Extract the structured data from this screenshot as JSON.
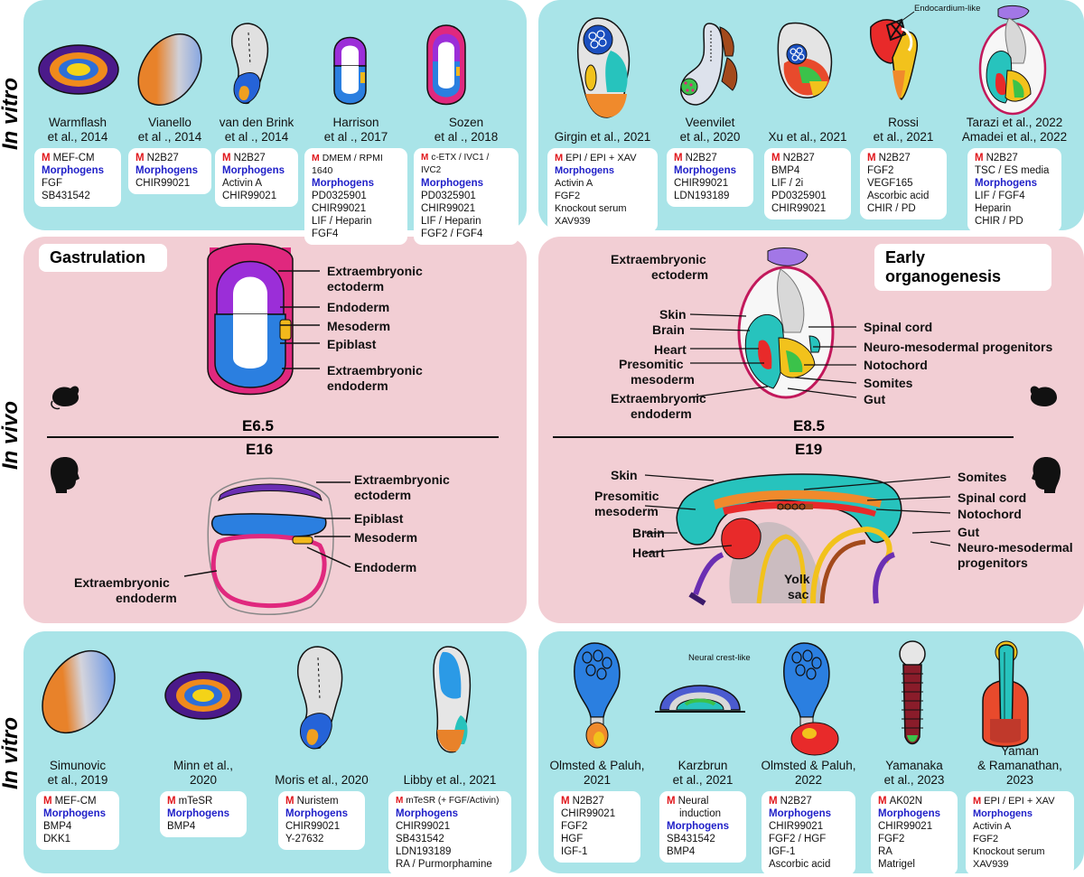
{
  "side_labels": {
    "top": "In vitro",
    "middle": "In vivo",
    "bottom": "In vitro"
  },
  "top_left_models": [
    {
      "t1": "Warmflash",
      "t2": "et al., 2014",
      "medium": "MEF-CM",
      "morph_title": "Morphogens",
      "morphogens": [
        "FGF",
        "SB431542"
      ]
    },
    {
      "t1": "Vianello",
      "t2": "et al ., 2014",
      "medium": "N2B27",
      "morph_title": "Morphogens",
      "morphogens": [
        "CHIR99021"
      ]
    },
    {
      "t1": "van den Brink",
      "t2": "et al ., 2014",
      "medium": "N2B27",
      "morph_title": "Morphogens",
      "morphogens": [
        "Activin A",
        "CHIR99021"
      ]
    },
    {
      "t1": "Harrison",
      "t2": "et al ., 2017",
      "medium": "DMEM / RPMI 1640",
      "morph_title": "Morphogens",
      "morphogens": [
        "PD0325901",
        "CHIR99021",
        "LIF / Heparin",
        "FGF4"
      ]
    },
    {
      "t1": "Sozen",
      "t2": "et al ., 2018",
      "medium": "c-ETX / IVC1 / IVC2",
      "morph_title": "Morphogens",
      "morphogens": [
        "PD0325901",
        "CHIR99021",
        "LIF / Heparin",
        "FGF2 / FGF4"
      ]
    }
  ],
  "top_right_models": [
    {
      "t1": "Girgin et al., 2021",
      "t2": "",
      "medium": "EPI / EPI + XAV",
      "morph_title": "Morphogens",
      "morphogens": [
        "Activin A",
        "FGF2",
        "Knockout serum",
        "XAV939"
      ]
    },
    {
      "t1": "Veenvilet",
      "t2": "et al., 2020",
      "medium": "N2B27",
      "morph_title": "Morphogens",
      "morphogens": [
        "CHIR99021",
        "LDN193189"
      ]
    },
    {
      "t1": "Xu et al., 2021",
      "t2": "",
      "medium": "N2B27",
      "morph_title": "",
      "morphogens": [
        "BMP4",
        "LIF / 2i",
        "PD0325901",
        "CHIR99021"
      ]
    },
    {
      "t1": "Rossi",
      "t2": "et al., 2021",
      "medium": "N2B27",
      "morph_title": "",
      "morphogens": [
        "FGF2",
        "VEGF165",
        "Ascorbic acid",
        "CHIR / PD"
      ]
    },
    {
      "t1": "Tarazi et al., 2022",
      "t2": "Amadei et al., 2022",
      "medium": "N2B27",
      "morph_title": "Morphogens",
      "morphogens": [
        "TSC / ES media",
        "LIF / FGF4",
        "Heparin",
        "CHIR / PD"
      ],
      "extra_first": true
    }
  ],
  "endocardium_label": "Endocardium-like",
  "gastrulation": {
    "tag": "Gastrulation",
    "mouse_stage": "E6.5",
    "human_stage": "E16",
    "mouse_labels": [
      "Extraembryonic",
      "ectoderm",
      "Endoderm",
      "Mesoderm",
      "Epiblast",
      "Extraembryonic",
      "endoderm"
    ],
    "human_labels": [
      "Extraembryonic",
      "ectoderm",
      "Epiblast",
      "Mesoderm",
      "Endoderm",
      "Extraembryonic",
      "endoderm"
    ]
  },
  "organogenesis": {
    "tag": "Early organogenesis",
    "mouse_stage": "E8.5",
    "human_stage": "E19",
    "mouse_left": [
      "Extraembryonic",
      "ectoderm",
      "Skin",
      "Brain",
      "Heart",
      "Presomitic",
      "mesoderm",
      "Extraembryonic",
      "endoderm"
    ],
    "mouse_right": [
      "Spinal cord",
      "Neuro-mesodermal progenitors",
      "Notochord",
      "Somites",
      "Gut"
    ],
    "human_left": [
      "Skin",
      "Presomitic",
      "mesoderm",
      "Brain",
      "Heart"
    ],
    "human_right": [
      "Somites",
      "Spinal cord",
      "Notochord",
      "Gut",
      "Neuro-mesodermal",
      "progenitors"
    ],
    "yolk": [
      "Yolk",
      "sac"
    ]
  },
  "bottom_left_models": [
    {
      "t1": "Simunovic",
      "t2": "et al., 2019",
      "medium": "MEF-CM",
      "morph_title": "Morphogens",
      "morphogens": [
        "BMP4",
        "DKK1"
      ]
    },
    {
      "t1": "Minn et al.,",
      "t2": "2020",
      "medium": "mTeSR",
      "morph_title": "Morphogens",
      "morphogens": [
        "BMP4"
      ]
    },
    {
      "t1": "Moris et al., 2020",
      "t2": "",
      "medium": "Nuristem",
      "morph_title": "Morphogens",
      "morphogens": [
        "CHIR99021",
        "Y-27632"
      ]
    },
    {
      "t1": "Libby et al., 2021",
      "t2": "",
      "medium": "mTeSR (+ FGF/Activin)",
      "morph_title": "Morphogens",
      "morphogens": [
        "CHIR99021",
        "SB431542",
        "LDN193189",
        "RA / Purmorphamine"
      ]
    }
  ],
  "bottom_right_models": [
    {
      "t1": "Olmsted & Paluh,",
      "t2": "2021",
      "medium": "N2B27",
      "morph_title": "",
      "morphogens": [
        "CHIR99021",
        "FGF2",
        "HGF",
        "IGF-1"
      ]
    },
    {
      "t1": "Karzbrun",
      "t2": "et al., 2021",
      "medium": "Neural",
      "medium2": "induction",
      "morph_title": "Morphogens",
      "morphogens": [
        "SB431542",
        "BMP4"
      ]
    },
    {
      "t1": "Olmsted & Paluh,",
      "t2": "2022",
      "medium": "N2B27",
      "morph_title": "Morphogens",
      "morphogens": [
        "CHIR99021",
        "FGF2 / HGF",
        "IGF-1",
        "Ascorbic acid"
      ]
    },
    {
      "t1": "Yamanaka",
      "t2": "et al., 2023",
      "medium": "AK02N",
      "morph_title": "Morphogens",
      "morphogens": [
        "CHIR99021",
        "FGF2",
        "RA",
        "Matrigel"
      ]
    },
    {
      "t1": "Yaman",
      "t2": "& Ramanathan,",
      "t3": "2023",
      "medium": "EPI / EPI + XAV",
      "morph_title": "Morphogens",
      "morphogens": [
        "Activin A",
        "FGF2",
        "Knockout serum",
        "XAV939"
      ]
    }
  ],
  "neural_crest_label": "Neural crest-like"
}
